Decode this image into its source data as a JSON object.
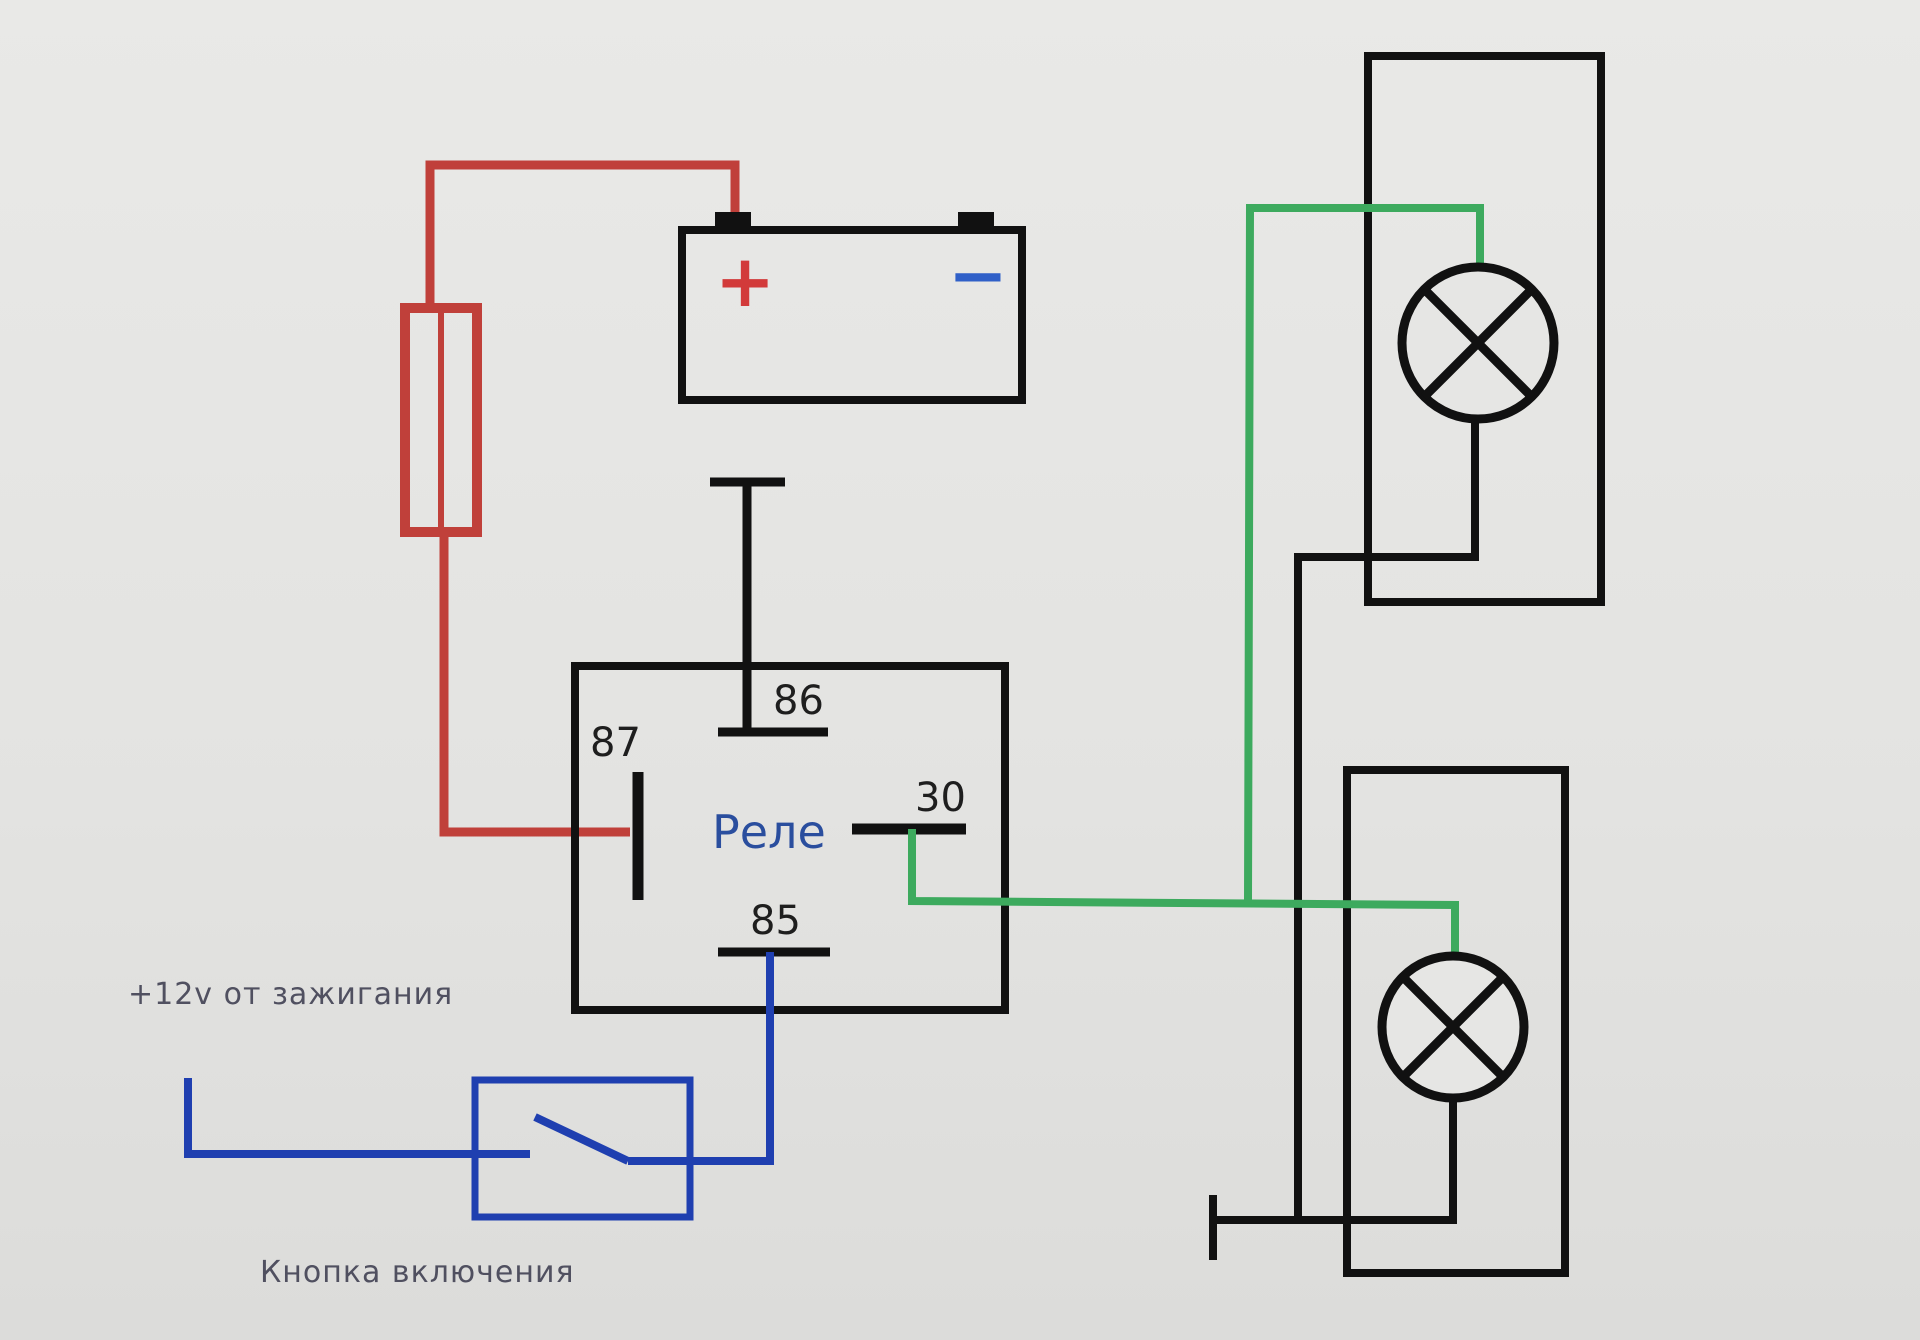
{
  "battery": {
    "plus_sign": "+",
    "minus_sign": "−"
  },
  "relay": {
    "label": "Реле",
    "pins": {
      "p86": "86",
      "p87": "87",
      "p30": "30",
      "p85": "85"
    }
  },
  "captions": {
    "ignition": "+12v от зажигания",
    "button": "Кнопка включения"
  },
  "colors": {
    "red_wire": "#c0403a",
    "green_wire": "#3daa5e",
    "blue_wire": "#1f3fb0",
    "black_wire": "#111111",
    "plus_sign": "#d23a3a",
    "minus_sign": "#3060c8"
  }
}
